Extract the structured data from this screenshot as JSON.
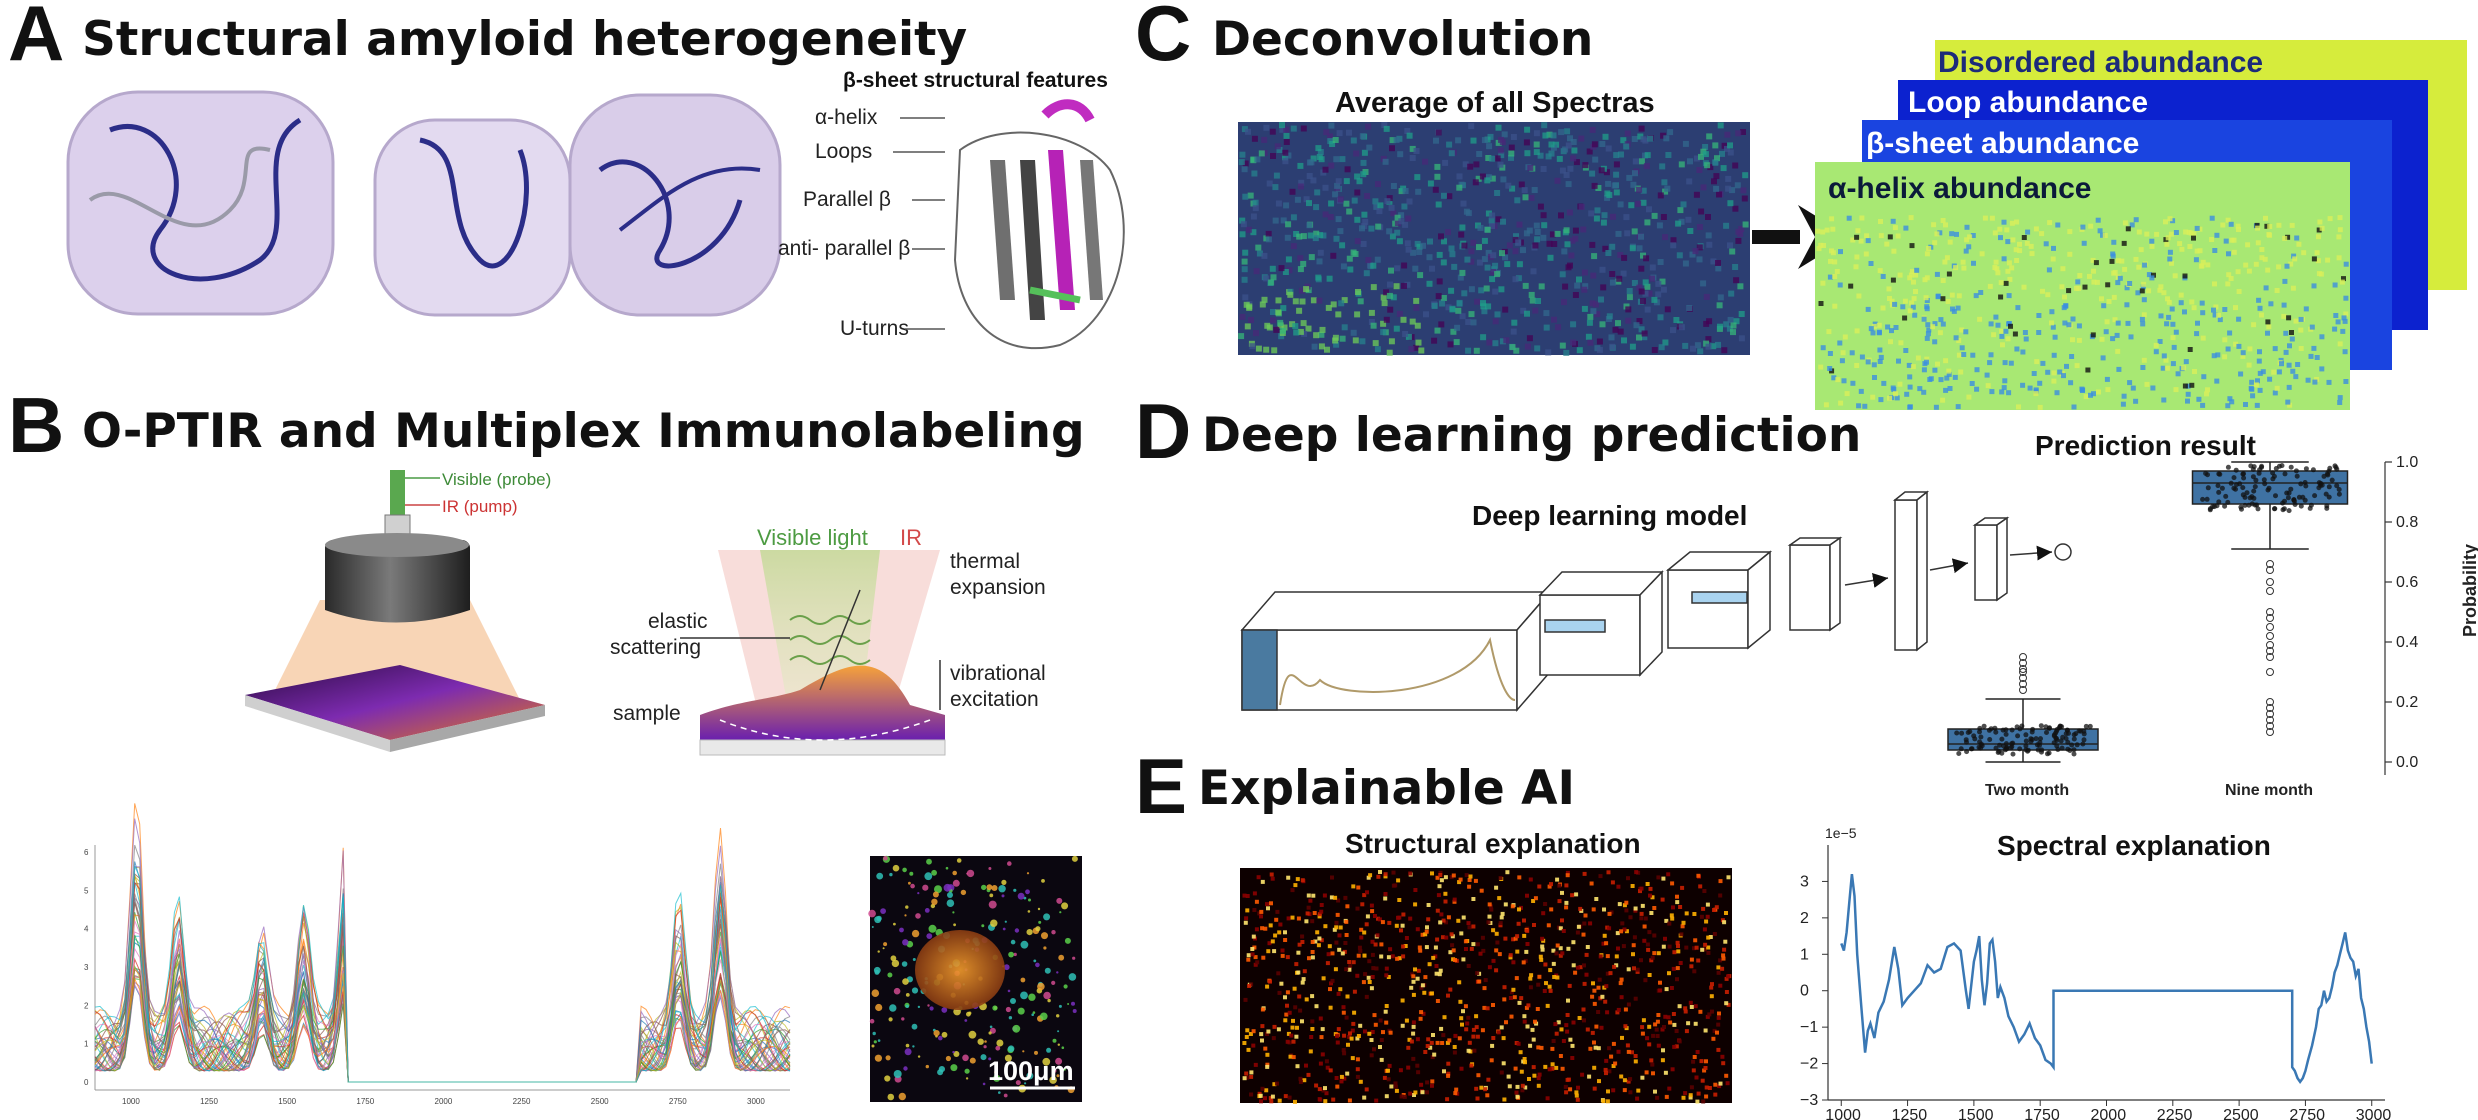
{
  "panels": {
    "A": {
      "letter": "A",
      "title": "Structural amyloid heterogeneity",
      "features_title": "β-sheet structural features",
      "features": [
        "α-helix",
        "Loops",
        "Parallel β",
        "anti- parallel β",
        "U-turns"
      ]
    },
    "B": {
      "letter": "B",
      "title": "O-PTIR and Multiplex Immunolabeling",
      "probe_visible": "Visible (probe)",
      "probe_ir": "IR (pump)",
      "visible_light": "Visible light",
      "ir": "IR",
      "thermal_expansion": "thermal\nexpansion",
      "elastic_scattering": "elastic\nscattering",
      "vibrational_excitation": "vibrational\nexcitation",
      "sample": "sample",
      "scale_bar": "100μm",
      "spectra_xticks": [
        "1000",
        "1250",
        "1500",
        "1750",
        "2000",
        "2250",
        "2500",
        "2750",
        "3000"
      ],
      "spectra_yticks": [
        "0",
        "1",
        "2",
        "3",
        "4",
        "5",
        "6"
      ]
    },
    "C": {
      "letter": "C",
      "title": "Deconvolution",
      "average_label": "Average of all Spectras",
      "layers": [
        "Disordered abundance",
        "Loop abundance",
        "β-sheet abundance",
        "α-helix abundance"
      ]
    },
    "D": {
      "letter": "D",
      "title": "Deep learning prediction",
      "model_label": "Deep learning model",
      "result_title": "Prediction result"
    },
    "E": {
      "letter": "E",
      "title": "Explainable AI",
      "structural_label": "Structural explanation",
      "spectral_title": "Spectral explanation"
    }
  },
  "chart_data": [
    {
      "type": "box",
      "title": "Prediction result",
      "ylabel": "Probability",
      "categories": [
        "Two month",
        "Nine month"
      ],
      "boxes": [
        {
          "name": "Two month",
          "q1": 0.04,
          "median": 0.06,
          "q3": 0.11,
          "whisker_low": 0.0,
          "whisker_high": 0.21,
          "outliers": [
            0.24,
            0.26,
            0.28,
            0.3,
            0.31,
            0.33,
            0.35
          ]
        },
        {
          "name": "Nine month",
          "q1": 0.86,
          "median": 0.93,
          "q3": 0.97,
          "whisker_low": 0.71,
          "whisker_high": 1.0,
          "outliers": [
            0.66,
            0.64,
            0.6,
            0.57,
            0.5,
            0.48,
            0.45,
            0.42,
            0.39,
            0.37,
            0.35,
            0.3,
            0.2,
            0.18,
            0.16,
            0.14,
            0.12,
            0.1
          ]
        }
      ],
      "yticks": [
        "0.0",
        "0.2",
        "0.4",
        "0.6",
        "0.8",
        "1.0"
      ],
      "ylim": [
        0,
        1.0
      ]
    },
    {
      "type": "line",
      "title": "Spectral explanation",
      "scale_note": "1e−5",
      "xlim": [
        950,
        3050
      ],
      "ylim": [
        -3,
        4
      ],
      "xticks": [
        "1000",
        "1250",
        "1500",
        "1750",
        "2000",
        "2250",
        "2500",
        "2750",
        "3000"
      ],
      "yticks": [
        "−3",
        "−2",
        "−1",
        "0",
        "1",
        "2",
        "3"
      ],
      "x": [
        1000,
        1010,
        1020,
        1030,
        1040,
        1050,
        1060,
        1075,
        1090,
        1100,
        1110,
        1125,
        1140,
        1160,
        1180,
        1200,
        1215,
        1230,
        1250,
        1275,
        1300,
        1325,
        1350,
        1375,
        1400,
        1425,
        1450,
        1470,
        1480,
        1500,
        1510,
        1520,
        1530,
        1540,
        1550,
        1560,
        1570,
        1580,
        1590,
        1600,
        1615,
        1630,
        1650,
        1670,
        1690,
        1710,
        1730,
        1750,
        1770,
        1790,
        1800,
        2700,
        2710,
        2720,
        2730,
        2740,
        2750,
        2760,
        2775,
        2790,
        2800,
        2810,
        2820,
        2830,
        2840,
        2850,
        2860,
        2870,
        2880,
        2890,
        2900,
        2910,
        2920,
        2930,
        2940,
        2950,
        2960,
        2970,
        2980,
        2990,
        3000
      ],
      "y": [
        1.3,
        1.1,
        1.6,
        2.4,
        3.2,
        2.6,
        1.0,
        -0.4,
        -1.7,
        -1.1,
        -0.9,
        -1.3,
        -0.6,
        -0.3,
        0.3,
        1.2,
        0.6,
        -0.4,
        -0.2,
        0.0,
        0.2,
        0.7,
        0.5,
        0.6,
        1.2,
        1.3,
        1.1,
        0.0,
        -0.5,
        0.8,
        1.1,
        1.5,
        0.3,
        -0.4,
        0.2,
        1.3,
        1.4,
        0.8,
        -0.2,
        0.1,
        -0.2,
        -0.7,
        -1.0,
        -1.4,
        -1.2,
        -0.9,
        -1.3,
        -1.5,
        -1.9,
        -2.0,
        -2.1,
        -2.1,
        -2.2,
        -2.4,
        -2.5,
        -2.4,
        -2.2,
        -1.9,
        -1.5,
        -1.0,
        -0.5,
        -0.4,
        0.0,
        -0.3,
        -0.2,
        0.1,
        0.5,
        0.7,
        1.0,
        1.3,
        1.6,
        1.1,
        0.9,
        0.8,
        0.4,
        0.6,
        -0.2,
        -0.5,
        -1.0,
        -1.4,
        -2.0
      ],
      "flat_segment": {
        "x": [
          1800,
          2700
        ],
        "y": 0
      }
    }
  ],
  "colors": {
    "accent_blue": "#3a78b4",
    "box_blue": "#3f72a3",
    "viridis_dark": "#2d3e73"
  }
}
